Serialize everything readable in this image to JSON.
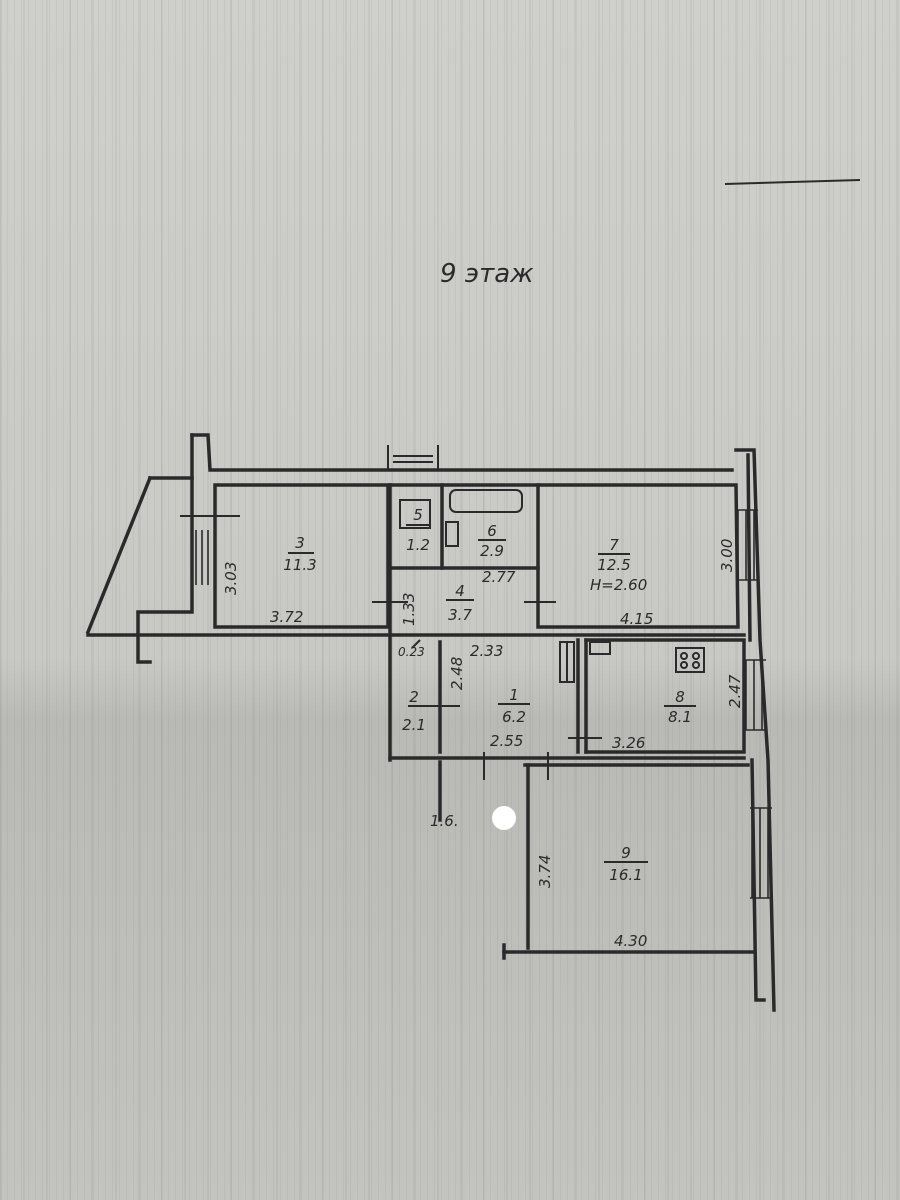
{
  "title": "9 этаж",
  "rooms": [
    {
      "id": "3",
      "number": "3",
      "area": "11.3"
    },
    {
      "id": "5",
      "number": "5",
      "area": "1.2"
    },
    {
      "id": "6",
      "number": "6",
      "area": "2.9"
    },
    {
      "id": "7",
      "number": "7",
      "area": "12.5",
      "height": "H=2.60"
    },
    {
      "id": "4",
      "number": "4",
      "area": "3.7"
    },
    {
      "id": "2",
      "number": "2",
      "area": "2.1"
    },
    {
      "id": "1",
      "number": "1",
      "area": "6.2"
    },
    {
      "id": "8",
      "number": "8",
      "area": "8.1"
    },
    {
      "id": "9",
      "number": "9",
      "area": "16.1"
    }
  ],
  "dimensions": {
    "r3_width": "3.72",
    "r3_depth": "3.03",
    "r7_width": "4.15",
    "r7_depth": "3.00",
    "r6_width": "2.77",
    "r4_depth": "1.33",
    "small_a": "0.23",
    "r1_width_top": "2.33",
    "r1_depth": "2.48",
    "r1_width": "2.55",
    "r8_width": "3.26",
    "r8_depth": "2.47",
    "r9_depth": "3.74",
    "r9_width": "4.30",
    "partial": "1.6."
  }
}
